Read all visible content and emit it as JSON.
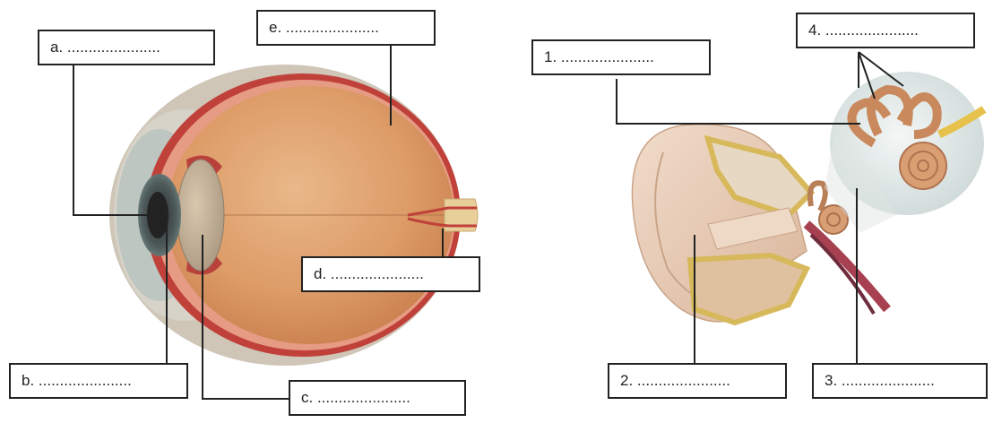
{
  "eye": {
    "labels": {
      "a": "a. ......................",
      "b": "b. ......................",
      "c": "c. ......................",
      "d": "d. ......................",
      "e": "e. ......................"
    }
  },
  "ear": {
    "labels": {
      "n1": "1. ......................",
      "n2": "2. ......................",
      "n3": "3. ......................",
      "n4": "4. ......................"
    }
  }
}
